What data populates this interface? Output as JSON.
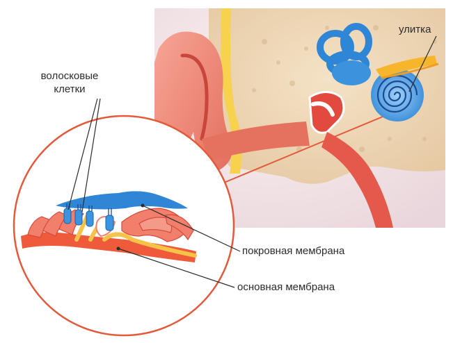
{
  "labels": {
    "hair_cells": "волосковые клетки",
    "cochlea": "улитка",
    "tectorial_membrane": "покровная мембрана",
    "basilar_membrane": "основная мембрана"
  },
  "colors": {
    "skin": "#f08a7a",
    "skin_dark": "#d9584c",
    "bone": "#f0dcbc",
    "blue": "#2f86d6",
    "yellow": "#f6c34a",
    "orange": "#ef5b3a",
    "bg_panel": "#f6e9ea",
    "line": "#e35a3a"
  }
}
